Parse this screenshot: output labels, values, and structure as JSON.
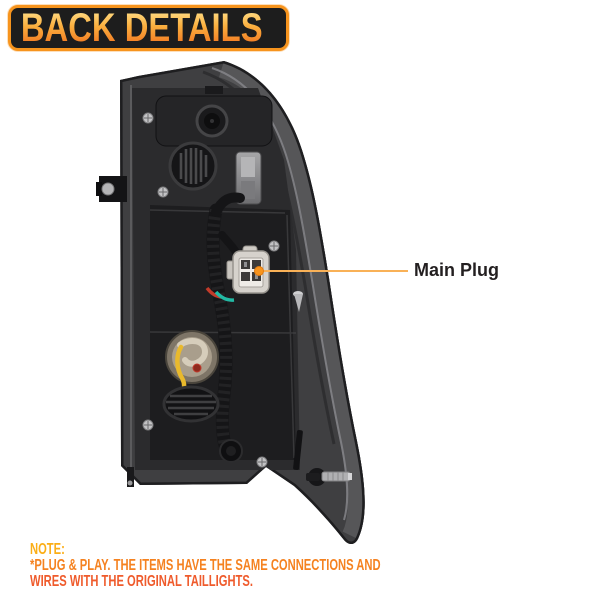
{
  "banner": {
    "title": "BACK DETAILS"
  },
  "annotation": {
    "label": "Main Plug"
  },
  "note": {
    "heading": "NOTE:",
    "line1": "*PLUG & PLAY. THE ITEMS HAVE THE SAME CONNECTIONS AND",
    "line2": "WIRES WITH THE ORIGINAL TAILLIGHTS."
  },
  "photo": {
    "subject": "Rear view of taillight assembly showing housing, wiring harness, bulb socket and main plug connector"
  },
  "colors": {
    "background": "#ffffff",
    "banner_bg": "#1d1d1d",
    "banner_border": "#f7941d",
    "banner_text_gradient_top": "#ffe08a",
    "banner_text_gradient_bottom": "#f1731f",
    "leader_line": "#f9b157",
    "leader_dot": "#f7941d",
    "label_text": "#231f20",
    "note_heading": "#fbae17",
    "note_line1": "#f58220",
    "note_line2": "#ef5b2c",
    "housing_gray": "#3f3f41",
    "lens_band_gray": "#565658",
    "plug_white": "#d6d2cc",
    "socket_beige": "#a99e8c",
    "wire_yellow": "#e9b92c",
    "wire_red": "#c23b2a",
    "wire_teal": "#22b9a4"
  }
}
